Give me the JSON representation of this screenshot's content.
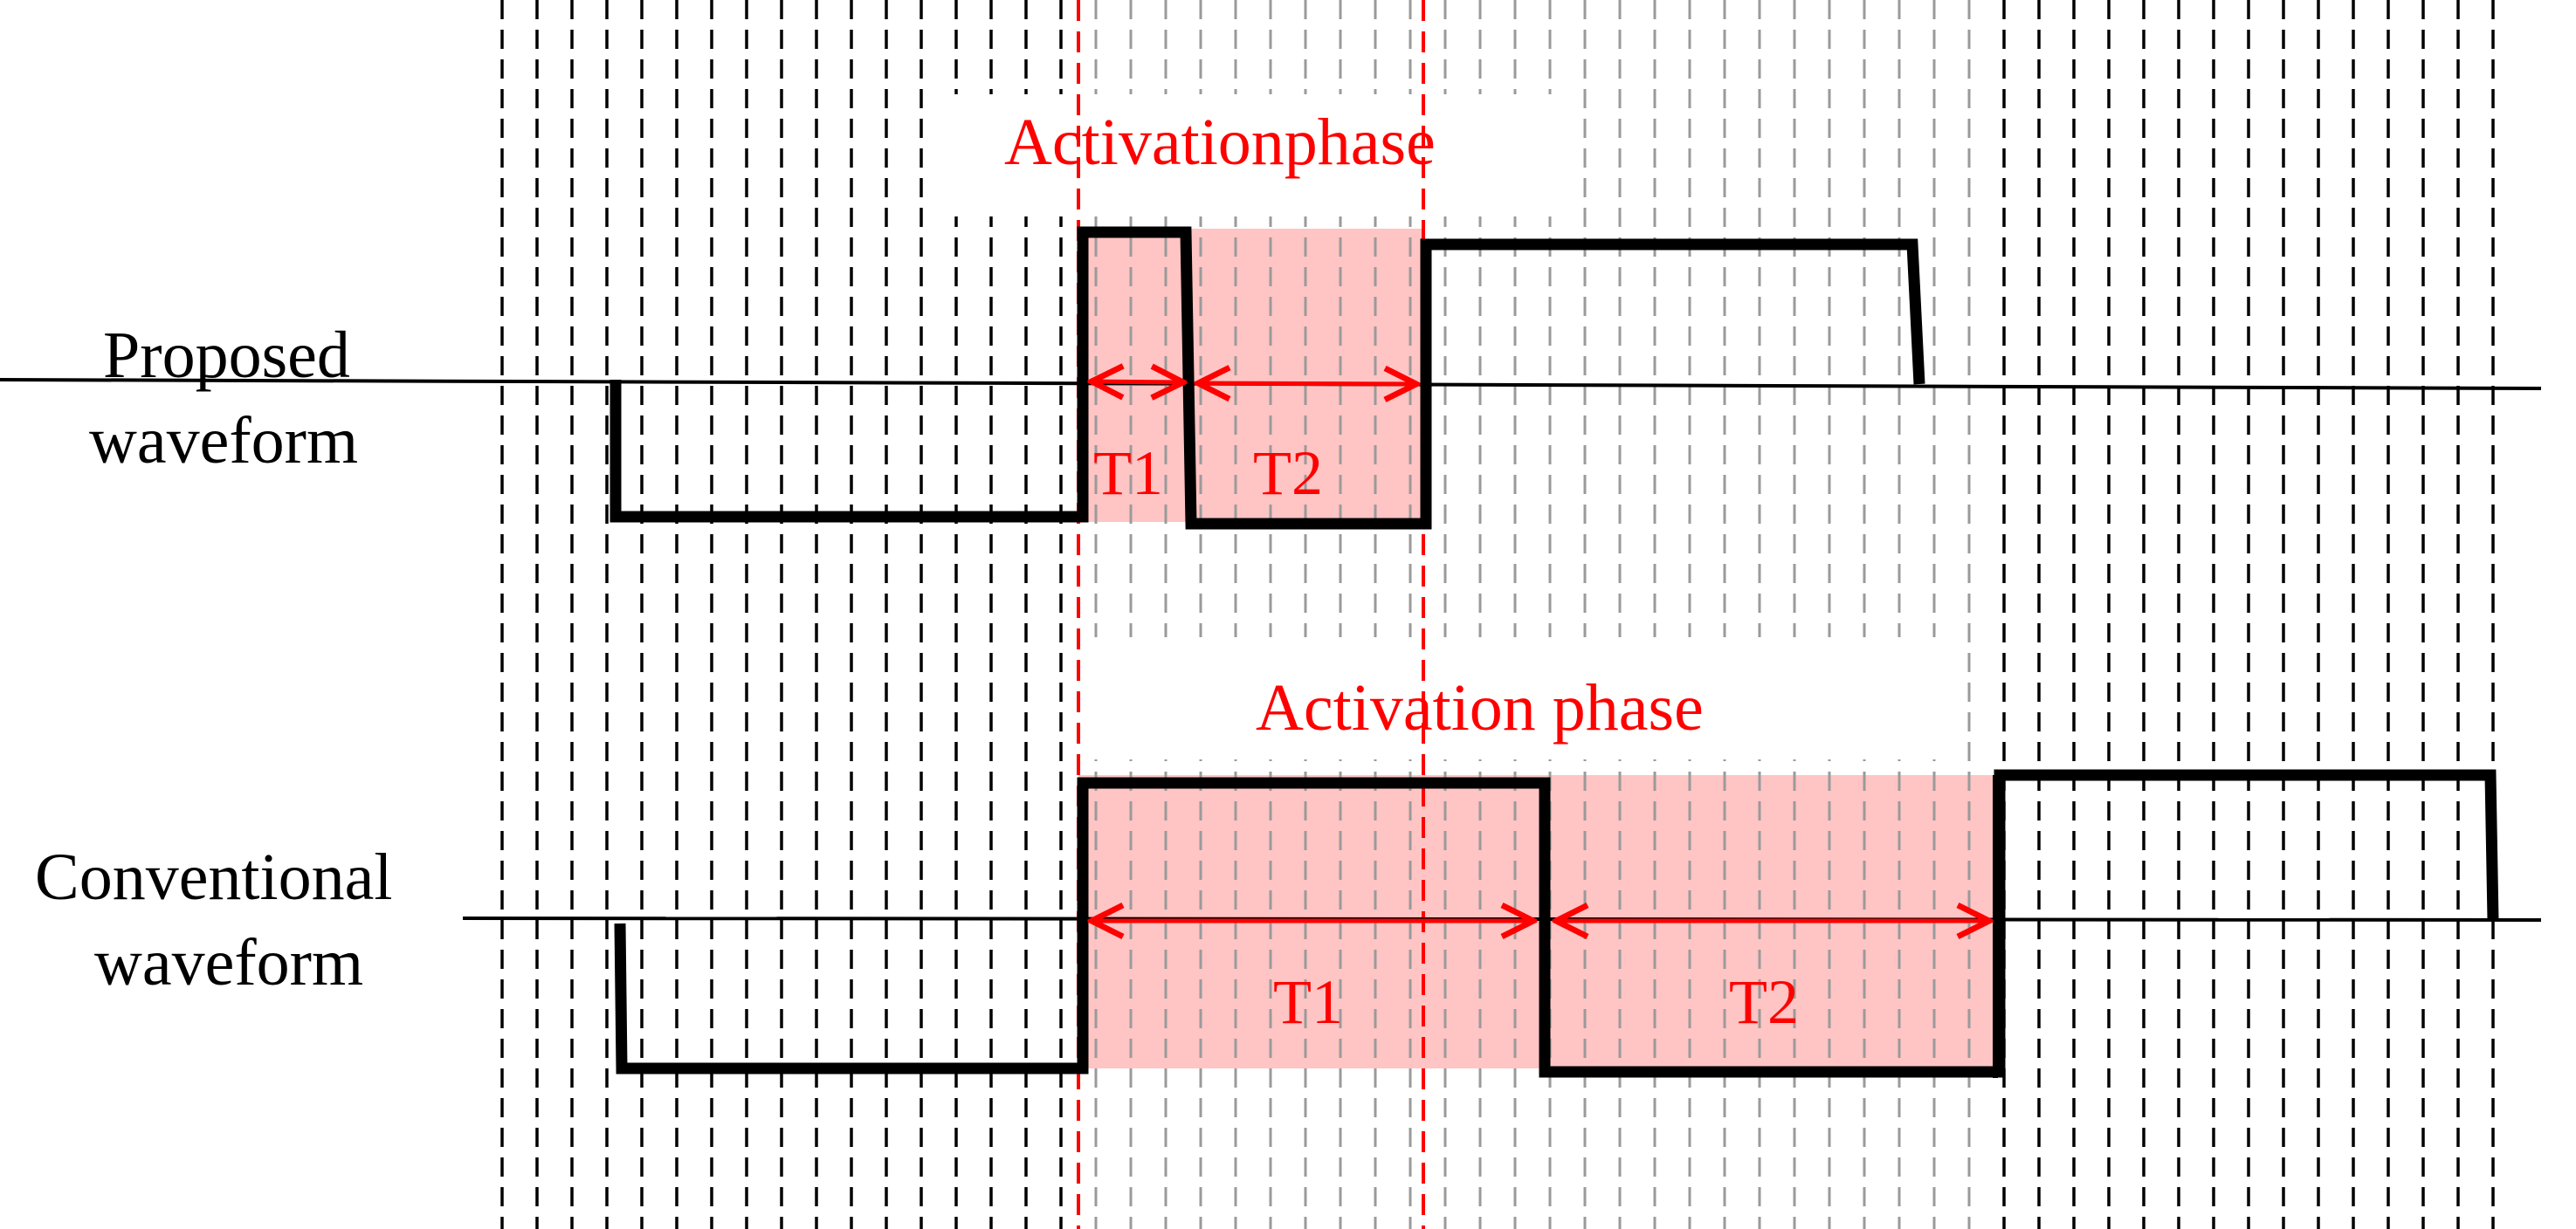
{
  "labels": {
    "proposed_line1": "Proposed",
    "proposed_line2": "waveform",
    "conventional_line1": "Conventional",
    "conventional_line2": "waveform",
    "activation_top": "Activationphase",
    "activation_bottom": "Activation phase",
    "t1": "T1",
    "t2": "T2"
  },
  "colors": {
    "waveform": "#000000",
    "highlight": "#ff0000",
    "shade": "#ffc4c4",
    "grid_dark": "#000000",
    "grid_light": "#9a9a9a"
  }
}
